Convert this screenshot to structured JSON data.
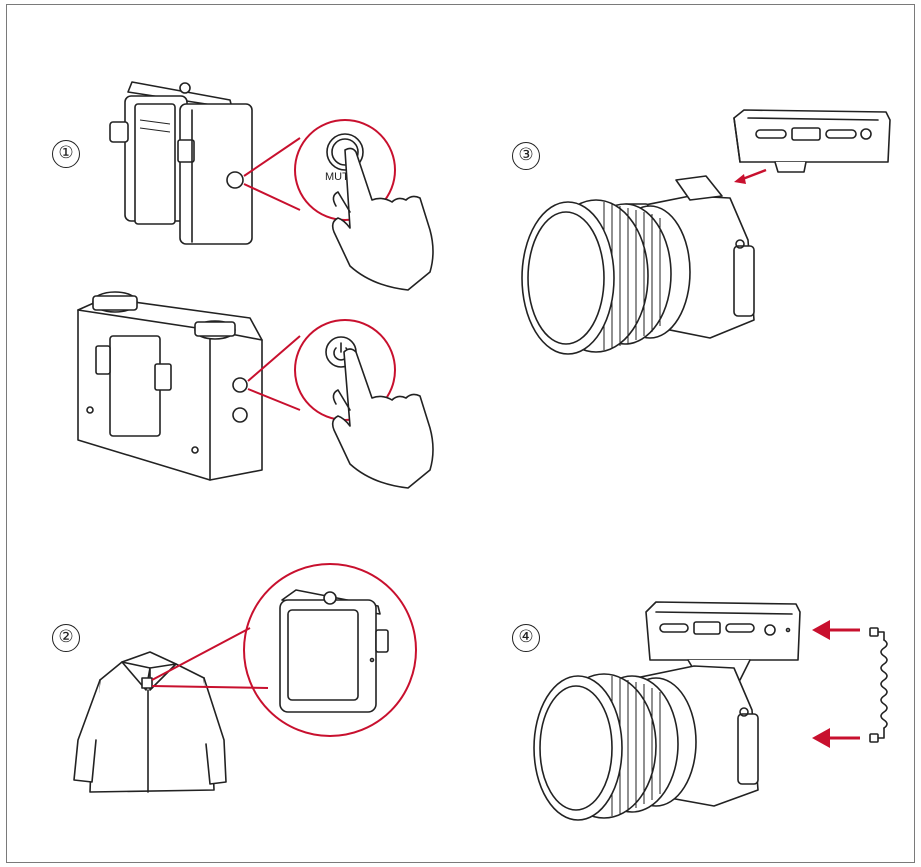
{
  "steps": {
    "step1": {
      "number": "①",
      "button_label": "MUTE"
    },
    "step2": {
      "number": "②"
    },
    "step3": {
      "number": "③"
    },
    "step4": {
      "number": "④"
    }
  },
  "colors": {
    "accent": "#c8102e",
    "line": "#222222",
    "frame": "#7a7a7a"
  },
  "icons": [
    "hand-press-icon",
    "power-icon",
    "arrow-icon"
  ]
}
